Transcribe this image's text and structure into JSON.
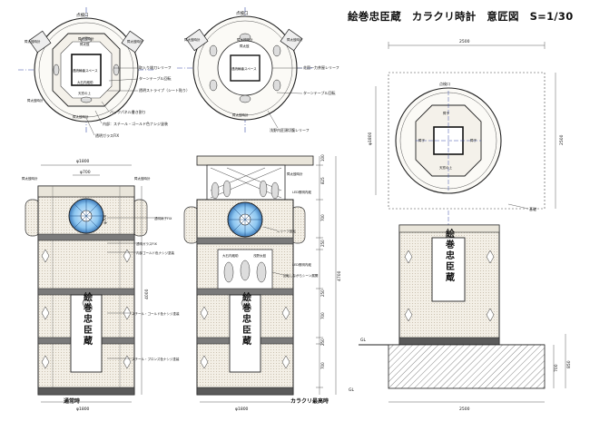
{
  "title": "絵巻忠臣蔵　カラクリ時計　意匠図　S=1/30",
  "plan_left": {
    "labels": [
      "点検口",
      "障太鼓時計",
      "障太鼓",
      "障太鼓時計",
      "障太鼓時計",
      "連続輪番スペース",
      "大石内蔵助",
      "天窓の上",
      "障太鼓時計",
      "障太鼓時計"
    ],
    "annotations": [
      "取入り雄刀レリーフ",
      "ターンテーブル回転",
      "透明ストライプ（シート貼り）",
      "バックパネル書き割り",
      "内部：スチール・ゴールド色ナシジ塗装",
      "透明ガラスFIX"
    ]
  },
  "plan_center": {
    "labels": [
      "点検口",
      "障太鼓時計",
      "障太鼓",
      "障太鼓時計",
      "障太鼓時計",
      "連続輪番スペース",
      "障太鼓時計"
    ],
    "annotations": [
      "花園一力茶屋レリーフ",
      "ターンテーブル回転",
      "浅野内匠頭切腹レリーフ"
    ]
  },
  "plan_right": {
    "dims": [
      "2500",
      "2500",
      "φ1800"
    ],
    "labels": [
      "点検口",
      "障子",
      "障子",
      "天窓の上",
      "障子"
    ],
    "annotations": [
      "基礎"
    ]
  },
  "elevation_left": {
    "dims": [
      "φ1800",
      "φ700",
      "4000",
      "φ700",
      "φ1800"
    ],
    "labels": [
      "障太鼓時計",
      "障太鼓時計"
    ],
    "annotations": [
      "透明硝子FIX",
      "透明ガラスFIX",
      "内部ゴールド色ナシジ塗装",
      "スチール・ゴールド色ナシジ塗装",
      "スチール・ブロンズ色ナシジ塗装"
    ],
    "sign": "絵巻忠臣蔵",
    "caption": "通常時"
  },
  "elevation_center": {
    "dims_right": [
      "100",
      "825",
      "700",
      "250",
      "250",
      "4700",
      "700",
      "250",
      "700"
    ],
    "labels": [
      "障太鼓時計",
      "LED照明内蔵",
      "大石内蔵助",
      "浅野太鼓",
      "LED照明内蔵"
    ],
    "annotations": [
      "レリーフ回転",
      "回転しながらシーン展開"
    ],
    "sign": "絵巻忠臣蔵",
    "dim_bottom": "φ1800",
    "caption": "カラクリ最高時"
  },
  "elevation_right": {
    "dims": [
      "700",
      "850",
      "2500"
    ],
    "labels": [
      "GL",
      "GL"
    ],
    "sign": "絵巻忠臣蔵"
  }
}
